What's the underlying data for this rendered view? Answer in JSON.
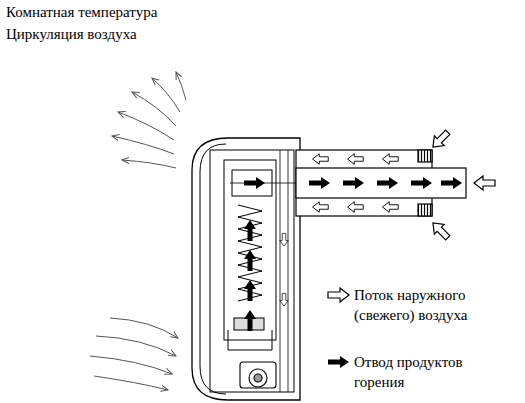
{
  "diagram": {
    "labels": [
      "Комнатная температура",
      "Циркуляция воздуха"
    ],
    "legend": [
      {
        "text": "Поток наружного (свежего) воздуха"
      },
      {
        "text": "Отвод продуктов горения"
      }
    ]
  }
}
